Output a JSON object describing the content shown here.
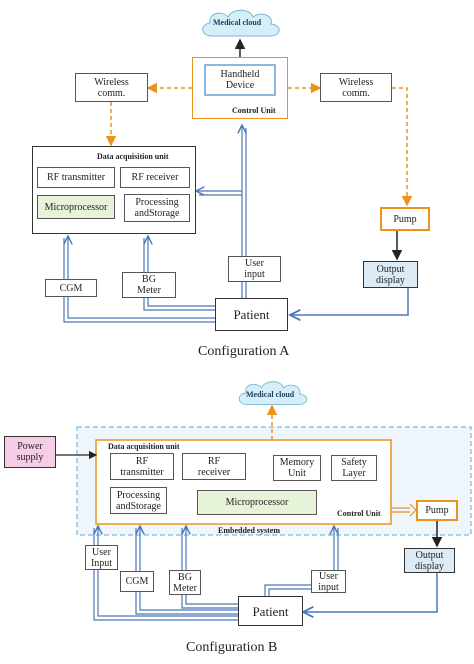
{
  "colors": {
    "orange": "#E8941F",
    "blue": "#4A78B8",
    "pink": "#F6CCE6",
    "green": "#E6F3D8",
    "lightblue": "#DDEBF6",
    "cloud": "#D6EEF8"
  },
  "configA": {
    "caption": "Configuration A",
    "cloud": "Medical cloud",
    "handheld": "Handheld\nDevice",
    "control_unit": "Control Unit",
    "wireless_left": "Wireless\ncomm.",
    "wireless_right": "Wireless\ncomm.",
    "daq_title": "Data acquisition unit",
    "rf_transmitter": "RF transmitter",
    "rf_receiver": "RF receiver",
    "microprocessor": "Microprocessor",
    "processing": "Processing\nandStorage",
    "pump": "Pump",
    "output": "Output\ndisplay",
    "user_input": "User\ninput",
    "cgm": "CGM",
    "bg_meter": "BG\nMeter",
    "patient": "Patient"
  },
  "configB": {
    "caption": "Configuration B",
    "cloud": "Medical cloud",
    "power": "Power\nsupply",
    "daq_title": "Data acquisition unit",
    "rf_transmitter": "RF\ntransmitter",
    "rf_receiver": "RF\nreceiver",
    "memory": "Memory\nUnit",
    "safety": "Safety\nLayer",
    "processing": "Processing\nandStorage",
    "microprocessor": "Microprocessor",
    "control_unit": "Control Unit",
    "embedded": "Embedded system",
    "pump": "Pump",
    "output": "Output\ndisplay",
    "user_input_left": "User\nInput",
    "cgm": "CGM",
    "bg_meter": "BG\nMeter",
    "user_input_right": "User\ninput",
    "patient": "Patient"
  }
}
